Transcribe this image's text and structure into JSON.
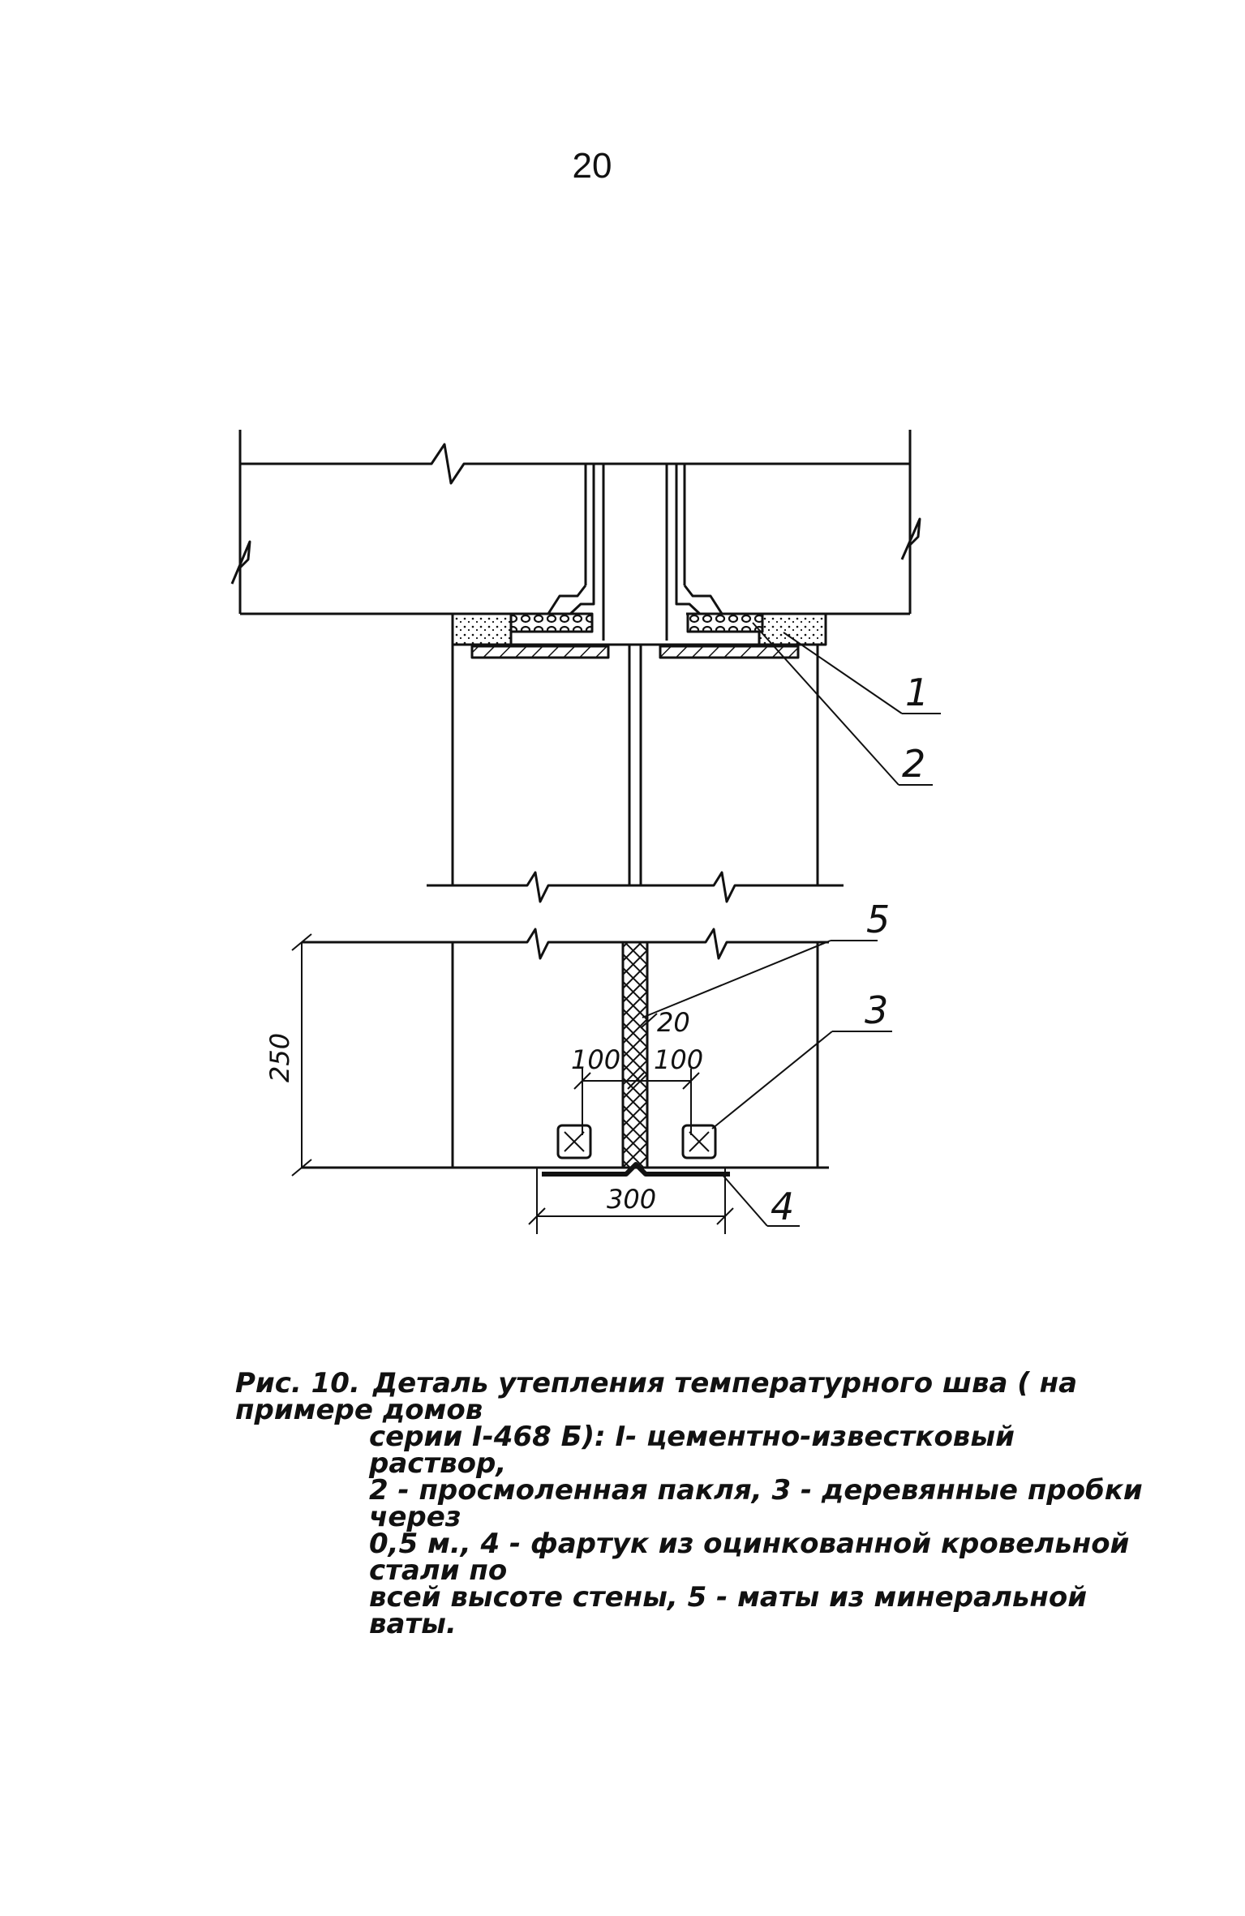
{
  "page": {
    "number": "20"
  },
  "diagram": {
    "callouts": [
      "1",
      "2",
      "3",
      "4",
      "5"
    ],
    "dimensions": {
      "height": "250",
      "gap": "20",
      "left_offset": "100",
      "right_offset": "100",
      "apron_width": "300"
    }
  },
  "caption": {
    "label": "Рис. 10.",
    "line1": "Деталь утепления температурного шва ( на примере домов",
    "line2": "серии I-468 Б): I- цементно-известковый раствор,",
    "line3": "2 - просмоленная пакля, 3 - деревянные пробки через",
    "line4": "0,5 м., 4 - фартук из оцинкованной кровельной стали по",
    "line5": "всей высоте стены, 5 - маты из минеральной ваты."
  }
}
